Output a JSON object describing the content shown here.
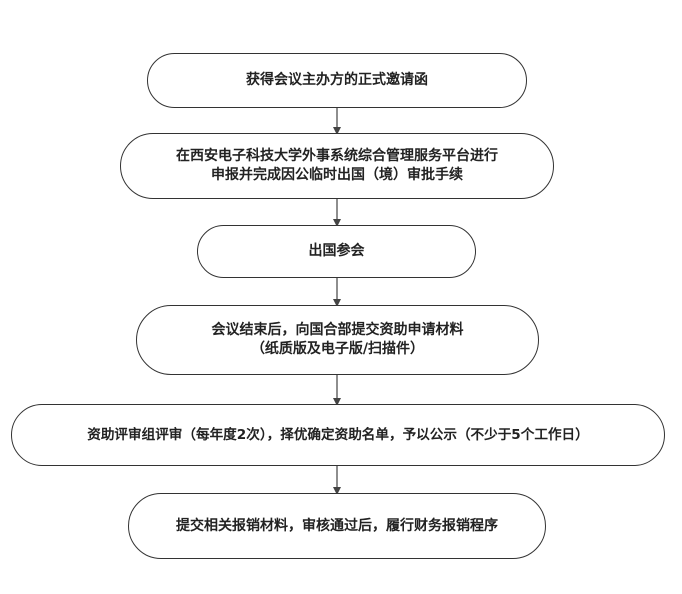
{
  "flowchart": {
    "steps": [
      {
        "lines": [
          "获得会议主办方的正式邀请函"
        ]
      },
      {
        "lines": [
          "在西安电子科技大学外事系统综合管理服务平台进行",
          "申报并完成因公临时出国（境）审批手续"
        ]
      },
      {
        "lines": [
          "出国参会"
        ]
      },
      {
        "lines": [
          "会议结束后，向国合部提交资助申请材料",
          "（纸质版及电子版/扫描件）"
        ]
      },
      {
        "lines": [
          "资助评审组评审（每年度2次），择优确定资助名单，予以公示（不少于5个工作日）"
        ]
      },
      {
        "lines": [
          "提交相关报销材料，审核通过后，履行财务报销程序"
        ]
      }
    ]
  },
  "colors": {
    "border": "#333333",
    "text": "#222222",
    "arrow": "#444444"
  }
}
